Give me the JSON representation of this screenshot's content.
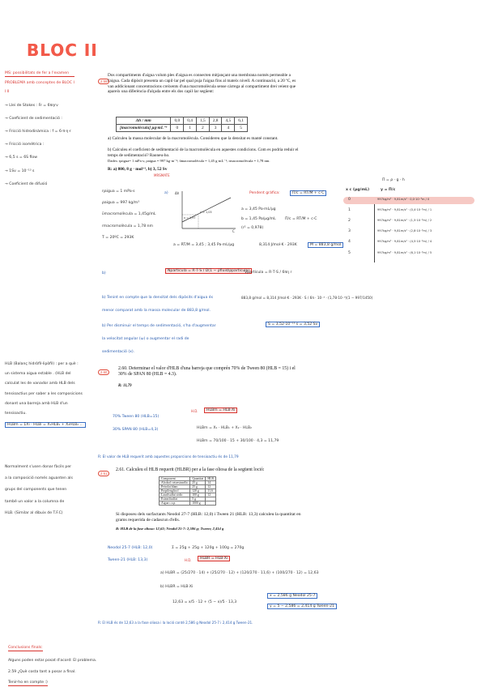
{
  "title": "BLOC II",
  "left_notes": [
    "MS: possibilitats de fer a l'examen",
    "PROBLEMA amb conceptes de BLOC I",
    "I II",
    "→ Llei de Stokes : Fr = 6πηrv",
    "→ Coeficient de sedimentació :",
    "→ Fricció hidrodinàmica : f = 6·π·η·r",
    "→ Fricció isomètrica :",
    "→ 6,5 s = 6S flow",
    "→ 1Sv = 10⁻¹³ s",
    "→ Coeficient de difusió"
  ],
  "problem_1": {
    "number": "2.59",
    "text": "Dos compartiments d'aigua volum ples d'aigua es connecten mitjançant una membrana només permeable a l'aigua. Cada dipòsit presenta un capil·lar pel qual puja l'aigua fins al mateix nivell. A continuació, a 20 ºC, es van addicionant concentracions creixents d'una macromolècula sense càrrega al compartiment drei veient que apareix una diferència d'alçada entre els dos capil·lar següent:",
    "table_head": [
      "Δh / mm",
      "0,0",
      "0,4",
      "1,5",
      "2,8",
      "4,5",
      "6,1"
    ],
    "table_row": [
      "[macromolècula] µg·mL⁻¹",
      "0",
      "1",
      "2",
      "3",
      "4",
      "5"
    ],
    "qa": "a)   Calculeu la massa molecular de la macromolècula. Considereu que la densitat es manté constant.",
    "qb": "b)   Calculeu el coeficient de sedimentació de la macromolècula en aquestes condicions. Com es podria reduir el temps de sedimentació? Raoneu-ho.",
    "data": "Dades: ηaigua= 1 mPa·s; ρaigua = 997 kg·m⁻³; ῡmacromolècula = 1,45 g·mL⁻¹; rmacromolècula = 1,78 nm.",
    "answer": "R: a) 800, 8 g · mol⁻¹, b) 3, 52 Sv",
    "red_label": "MRSMATE"
  },
  "work_1": {
    "givens": [
      "ηaigua = 1 mPa·s",
      "ρaigua = 997 kg/m³",
      "ῡmacromolècula = 1,45g/mL",
      "rmacromolècula = 1,78 nm",
      "T = 20ºC = 293K"
    ],
    "part_a": "a)",
    "graph_title": "Pendent gràfica:",
    "graph_labels": [
      "Δh",
      "C",
      "y = 1,03",
      "x = 1,97"
    ],
    "eq1": "a = 3,45 Pa·mL/µg",
    "eq2": "b = 1,45 Pa/µg/mL",
    "eq3": "Π/c = RT/M + c·C",
    "eq4": "(r² = 0,978)",
    "eq5": "a = RT/M = 3,45 ; 3,45 Pa·mL/µg",
    "eq6": "8,314 J/mol·K · 293K",
    "eq7": "M = 883,8 g/mol",
    "part_b": "b)",
    "eq8": "Npartícula = R·T·S / D(1 − ρfluid/ρpartícula)",
    "eq9": "Vpartícula = R·T·S / 6πη r",
    "eq10": "883,8 g/mol = 8,314 J/mol·K · 293K · S / 6π · 10⁻³ · (1,78·10⁻⁹)(1 − 997/1450)",
    "eq11": "S = 3,52·10⁻¹³ s = 3,52 Sv",
    "note_b1": "b) Tenint en compte que la densitat dels dipòsits d'aigua és",
    "note_b2": "menor comparat amb la massa molecular de 883,8 g/mol.",
    "note_b3": "b) Per disminuir el temps de sedimentació, s'ha d'augmentar",
    "note_b4": "la velocitat angular (ω) o augmentar el radi de",
    "note_b5": "sedimentació (x)."
  },
  "table_right": {
    "head": [
      "x c (µg/mL)",
      "y = Π/c"
    ],
    "rows": [
      {
        "x": "0",
        "y": "997kg/m³ · 9,81m/s² · 0,0·10⁻³m / 0"
      },
      {
        "x": "1",
        "y": "997kg/m³ · 9,81m/s² · (0,4·10⁻³m) / 1"
      },
      {
        "x": "2",
        "y": "997kg/m³ · 9,81m/s² · (1,5·10⁻³m) / 2"
      },
      {
        "x": "3",
        "y": "997kg/m³ · 9,81m/s² · (2,8·10⁻³m) / 3"
      },
      {
        "x": "4",
        "y": "997kg/m³ · 9,81m/s² · (4,5·10⁻³m) / 4"
      },
      {
        "x": "5",
        "y": "997kg/m³ · 9,81m/s² · (6,1·10⁻³m) / 5"
      }
    ],
    "formula": "Π = ρ · g · h"
  },
  "problem_2": {
    "number": "2.60",
    "text": "2.60. Determinar el valor d'HLB d'una barreja que comprén 70% de Tween 80 (HLB = 15) i el 30% de SPAN 80 (HLB = 4.3).",
    "answer": "R: 11,79",
    "left_notes": [
      "HLB (Balanç hidròfil-lipòfil) : per a què :",
      "un sistema aigua estable . (HLB del",
      "calculat les de vanador amb HLB dels",
      "tensioactius per saber a les composicions",
      "donant una barreja amb HLB d'un",
      "tensioactiu.",
      "HLBm = ΣXi · HLBi = X₁HLB₁ + X₂HLB₂ ..."
    ],
    "line1": "70% Tween 80 (HLB=15)",
    "line2": "30% SPAN 80 (HLB=4,3)",
    "eq1": "HLBm = HLB·Xi",
    "eq2": "HLBm = X₁ · HLB₁ + X₂ · HLB₂",
    "eq3": "HLBm = 70/100 · 15 + 30/100 · 4,3 = 11,79",
    "conclusion": "R: El valor de HLB requerit amb aquestes proporcions de tensioactiu és de 11,79"
  },
  "problem_3": {
    "number": "2.61",
    "text": "2.61. Calculeu el HLB requerit (HLBR) per a la fase oliosa de la següent loció:",
    "table_head": [
      "Component",
      "Quantitat",
      "HLB"
    ],
    "table_rows": [
      [
        "Alcohol cetoestearílic",
        "25 g",
        "14"
      ],
      [
        "Petrolat blanc",
        "25 g",
        "12"
      ],
      [
        "Propilenglicol",
        "120 g",
        "11,6"
      ],
      [
        "Laurilsulfat sòdic",
        "100 g",
        "12"
      ],
      [
        "Estearilsulfat",
        "5 g",
        ""
      ],
      [
        "Aigua c.s.p.",
        "1000 g",
        ""
      ]
    ],
    "text2": "Si disposeu dels surfactants Neodol 27-7 (HLB: 12,0) i Tween 21 (HLB: 13,3) calculeu la quantitat en grams requerida de cadascun d'ells.",
    "answer": "R: HLB de la fase oliosa: 12,63; Neodol 25-7: 2,586 g; Tween; 2,414 g",
    "left_notes": [
      "Normalment s'usen donar fàcils per",
      "a la composició només aguanten als",
      "grups del components que tenen",
      "també un valor a la columna de",
      "HLB. (Similar al dibuix de T.F.C)"
    ],
    "line1": "Neodol 25-7 (HLB: 12,0)",
    "line2": "Tween-21 (HLB: 13,3)",
    "eq_total": "Σ = 25g + 25g + 120g + 100g = 270g",
    "eq_hlb": "HLBR = HLB·Xi",
    "eq_a": "a) HLBR = (25/270 · 14) + (25/270 · 12) + (120/270 · 11,6) + (100/270 · 12) = 12,63",
    "eq_b": "b) HLBR = HLB·Xi",
    "eq_c": "12,63 = x/5 · 12 + (5 − x)/5 · 13,3",
    "res1": "x = 2,586 g Neodol 25-7",
    "res2": "y = 5 − 2,586 = 2,414 g Tween-21",
    "conclusion": "R: El HLB és de 12,63 a la fase oliosa i la loció conté 2,586 g Neodol 25-7 i 2,414 g Tween-21."
  },
  "footer": {
    "title": "Conclusions finals:",
    "line1": "Alguns poden estar posat d'acord: El problema.",
    "line2": "2.59 ¿Què costa tant a posar a final.",
    "line3": "Tenir-ho en compte :)"
  }
}
